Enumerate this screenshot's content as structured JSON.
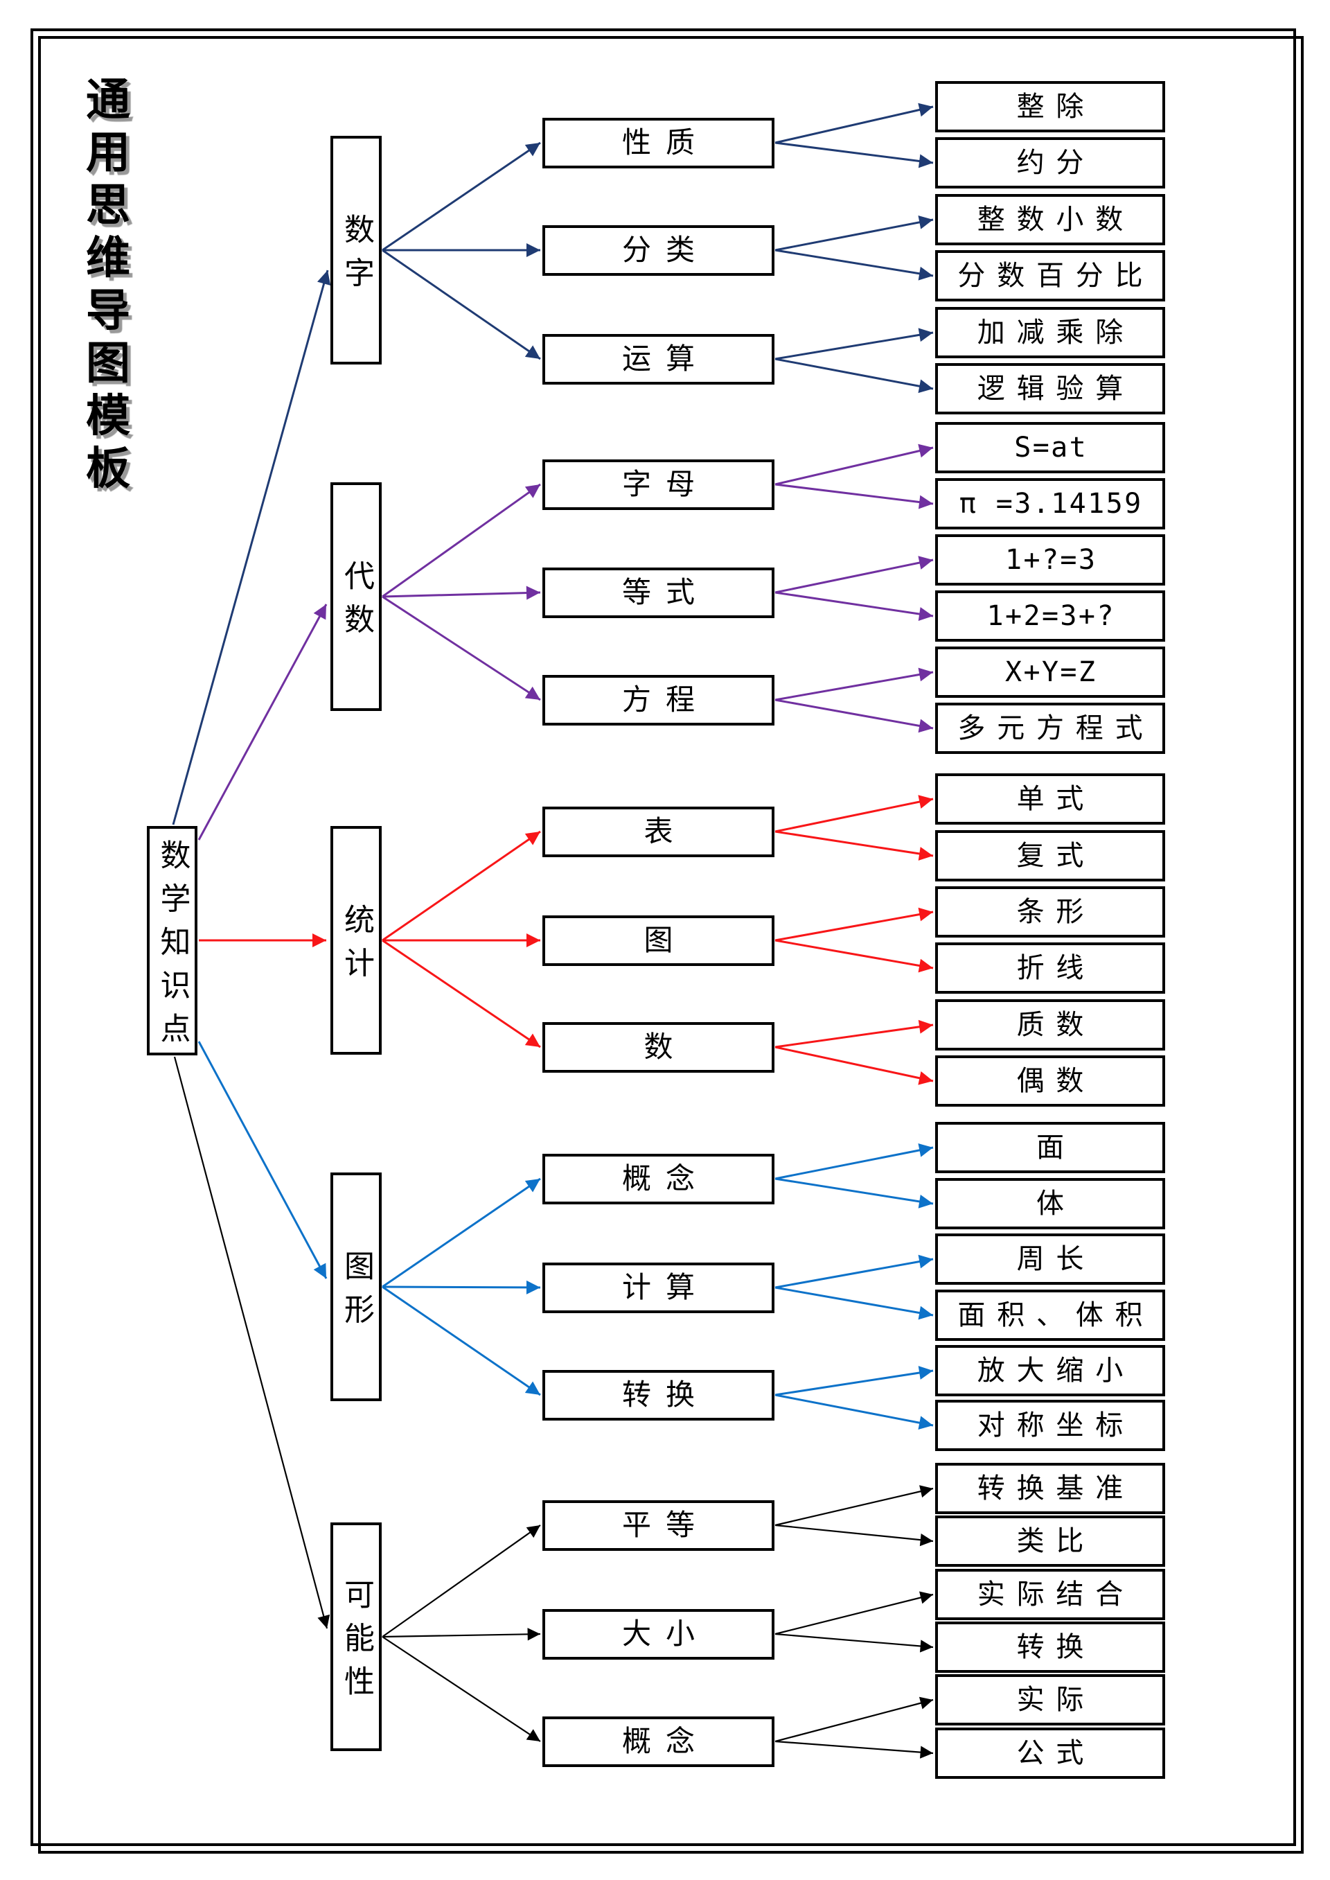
{
  "page": {
    "title": "通用思维导图模板"
  },
  "mindmap": {
    "root": {
      "label": "数学知识点"
    },
    "branches": [
      {
        "id": "numbers",
        "label": "数字",
        "color": "#1F3B73",
        "children": [
          {
            "label": "性质",
            "leaves": [
              "整除",
              "约分"
            ]
          },
          {
            "label": "分类",
            "leaves": [
              "整数小数",
              "分数百分比"
            ]
          },
          {
            "label": "运算",
            "leaves": [
              "加减乘除",
              "逻辑验算"
            ]
          }
        ]
      },
      {
        "id": "algebra",
        "label": "代数",
        "color": "#7030A0",
        "children": [
          {
            "label": "字母",
            "leaves": [
              "S=at",
              "π =3.14159"
            ]
          },
          {
            "label": "等式",
            "leaves": [
              "1+?=3",
              "1+2=3+?"
            ]
          },
          {
            "label": "方程",
            "leaves": [
              "X+Y=Z",
              "多元方程式"
            ]
          }
        ]
      },
      {
        "id": "statistics",
        "label": "统计",
        "color": "#F81618",
        "children": [
          {
            "label": "表",
            "leaves": [
              "单式",
              "复式"
            ]
          },
          {
            "label": "图",
            "leaves": [
              "条形",
              "折线"
            ]
          },
          {
            "label": "数",
            "leaves": [
              "质数",
              "偶数"
            ]
          }
        ]
      },
      {
        "id": "shapes",
        "label": "图形",
        "color": "#0D72C9",
        "children": [
          {
            "label": "概念",
            "leaves": [
              "面",
              "体"
            ]
          },
          {
            "label": "计算",
            "leaves": [
              "周长",
              "面积、体积"
            ]
          },
          {
            "label": "转换",
            "leaves": [
              "放大缩小",
              "对称坐标"
            ]
          }
        ]
      },
      {
        "id": "probability",
        "label": "可能性",
        "color": "#000000",
        "children": [
          {
            "label": "平等",
            "leaves": [
              "转换基准",
              "类比"
            ]
          },
          {
            "label": "大小",
            "leaves": [
              "实际结合",
              "转换"
            ]
          },
          {
            "label": "概念",
            "leaves": [
              "实际",
              "公式"
            ]
          }
        ]
      }
    ]
  }
}
